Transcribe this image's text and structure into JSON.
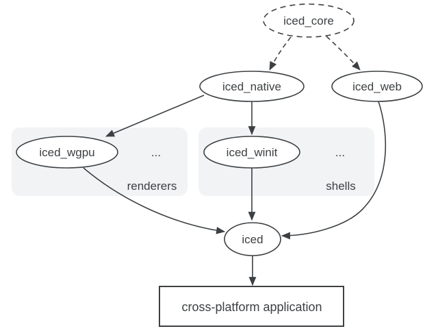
{
  "diagram": {
    "background": "#ffffff",
    "colors": {
      "stroke": "#3c4043",
      "text": "#3c4043",
      "group_fill": "#f1f3f4",
      "group_label": "#1a73e8"
    },
    "nodes": [
      {
        "id": "iced_core",
        "label": "iced_core",
        "shape": "dashed-ellipse"
      },
      {
        "id": "iced_native",
        "label": "iced_native",
        "shape": "ellipse"
      },
      {
        "id": "iced_web",
        "label": "iced_web",
        "shape": "ellipse"
      },
      {
        "id": "iced_wgpu",
        "label": "iced_wgpu",
        "shape": "ellipse"
      },
      {
        "id": "iced_winit",
        "label": "iced_winit",
        "shape": "ellipse"
      },
      {
        "id": "iced",
        "label": "iced",
        "shape": "ellipse"
      },
      {
        "id": "cross_platform_application",
        "label": "cross-platform application",
        "shape": "rect"
      }
    ],
    "groups": [
      {
        "id": "renderers",
        "label": "renderers",
        "more": "..."
      },
      {
        "id": "shells",
        "label": "shells",
        "more": "..."
      }
    ],
    "edges": [
      {
        "from": "iced_core",
        "to": "iced_native",
        "style": "dashed"
      },
      {
        "from": "iced_core",
        "to": "iced_web",
        "style": "dashed"
      },
      {
        "from": "iced_native",
        "to": "iced_wgpu",
        "style": "solid"
      },
      {
        "from": "iced_native",
        "to": "iced_winit",
        "style": "solid"
      },
      {
        "from": "iced_wgpu",
        "to": "iced",
        "style": "solid"
      },
      {
        "from": "iced_winit",
        "to": "iced",
        "style": "solid"
      },
      {
        "from": "iced_web",
        "to": "iced",
        "style": "solid"
      },
      {
        "from": "iced",
        "to": "cross_platform_application",
        "style": "solid"
      }
    ]
  }
}
